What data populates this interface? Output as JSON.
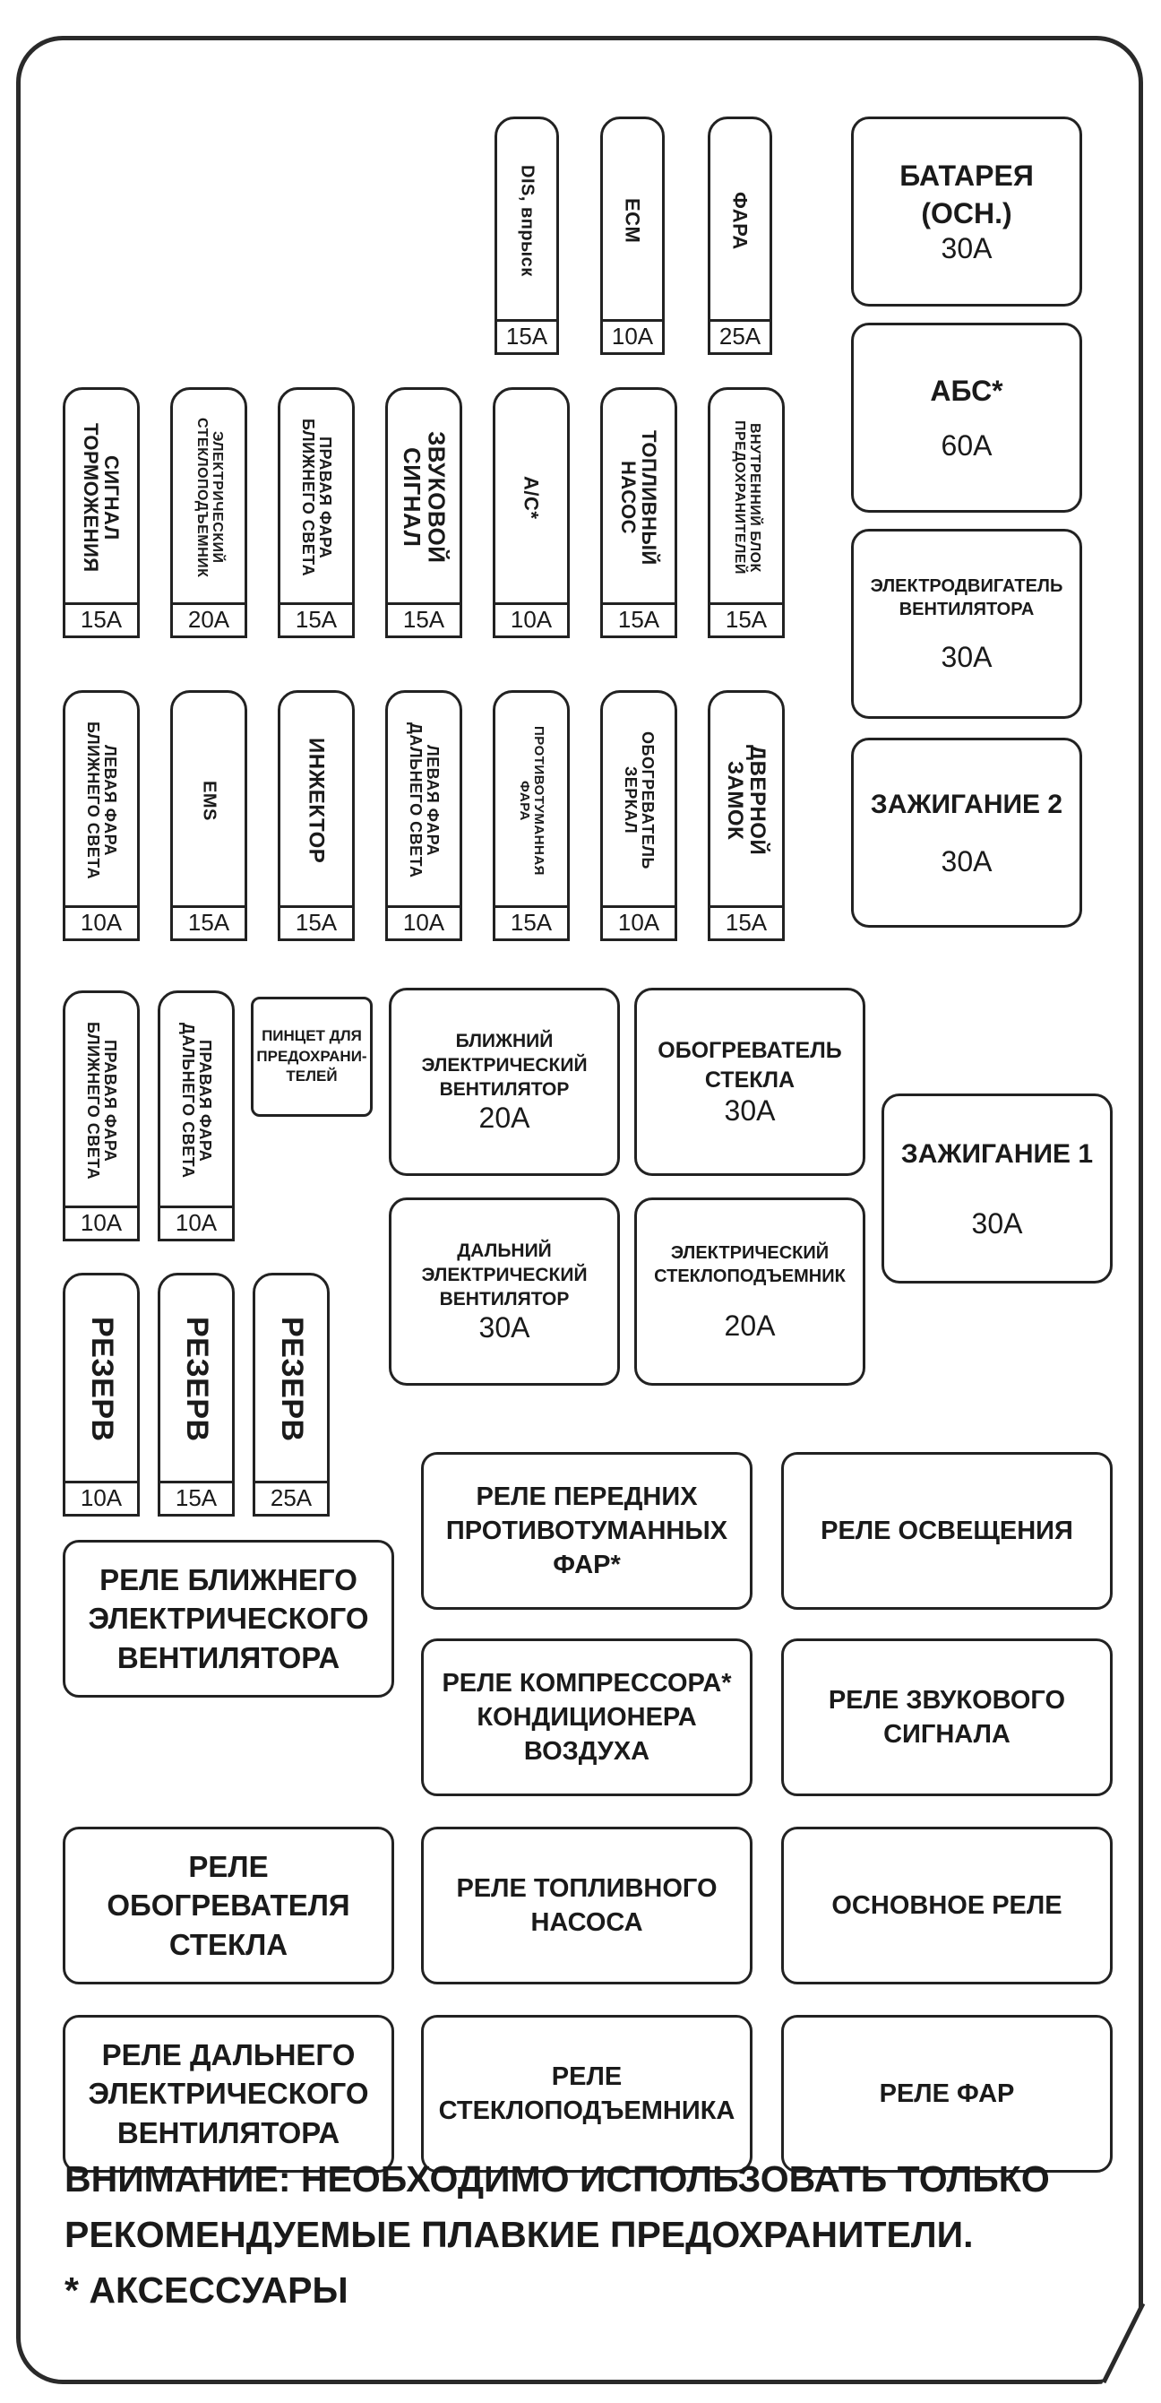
{
  "fuses_top": [
    {
      "label": "DIS, впрыск",
      "amp": "15A"
    },
    {
      "label": "ECM",
      "amp": "10A"
    },
    {
      "label": "ФАРА",
      "amp": "25A"
    }
  ],
  "fuses_row2": [
    {
      "label": "СИГНАЛ\nТОРМОЖЕНИЯ",
      "amp": "15A"
    },
    {
      "label": "ЭЛЕКТРИЧЕСКИЙ\nСТЕКЛОПОДЪЕМНИК",
      "amp": "20A"
    },
    {
      "label": "ПРАВАЯ ФАРА\nБЛИЖНЕГО СВЕТА",
      "amp": "15A"
    },
    {
      "label": "ЗВУКОВОЙ\nСИГНАЛ",
      "amp": "15A"
    },
    {
      "label": "A/C*",
      "amp": "10A"
    },
    {
      "label": "ТОПЛИВНЫЙ\nНАСОС",
      "amp": "15A"
    },
    {
      "label": "ВНУТРЕННИЙ БЛОК\nПРЕДОХРАНИТЕЛЕЙ",
      "amp": "15A"
    }
  ],
  "fuses_row3": [
    {
      "label": "ЛЕВАЯ ФАРА\nБЛИЖНЕГО СВЕТА",
      "amp": "10A"
    },
    {
      "label": "EMS",
      "amp": "15A"
    },
    {
      "label": "ИНЖЕКТОР",
      "amp": "15A"
    },
    {
      "label": "ЛЕВАЯ ФАРА\nДАЛЬНЕГО СВЕТА",
      "amp": "10A"
    },
    {
      "label": "ПРОТИВОТУМАННАЯ\nФАРА",
      "amp": "15A"
    },
    {
      "label": "ОБОГРЕВАТЕЛЬ\nЗЕРКАЛ",
      "amp": "10A"
    },
    {
      "label": "ДВЕРНОЙ\nЗАМОК",
      "amp": "15A"
    }
  ],
  "fuses_row4": [
    {
      "label": "ПРАВАЯ ФАРА\nБЛИЖНЕГО СВЕТА",
      "amp": "10A"
    },
    {
      "label": "ПРАВАЯ ФАРА\nДАЛЬНЕГО СВЕТА",
      "amp": "10A"
    }
  ],
  "tweezers": "ПИНЦЕТ ДЛЯ\nПРЕДОХРАНИ-\nТЕЛЕЙ",
  "fuses_reserve": [
    {
      "label": "РЕЗЕРВ",
      "amp": "10A"
    },
    {
      "label": "РЕЗЕРВ",
      "amp": "15A"
    },
    {
      "label": "РЕЗЕРВ",
      "amp": "25A"
    }
  ],
  "main_fuses": [
    {
      "label": "БАТАРЕЯ\n(ОСН.)",
      "amp": "30A"
    },
    {
      "label": "АБС*",
      "amp": "60A"
    },
    {
      "label": "ЭЛЕКТРОДВИГАТЕЛЬ\nВЕНТИЛЯТОРА",
      "amp": "30A"
    },
    {
      "label": "ЗАЖИГАНИЕ 2",
      "amp": "30A"
    },
    {
      "label": "ЗАЖИГАНИЕ 1",
      "amp": "30A"
    }
  ],
  "mid_fuses": [
    {
      "label": "БЛИЖНИЙ\nЭЛЕКТРИЧЕСКИЙ\nВЕНТИЛЯТОР",
      "amp": "20A"
    },
    {
      "label": "ОБОГРЕВАТЕЛЬ\nСТЕКЛА",
      "amp": "30A"
    },
    {
      "label": "ДАЛЬНИЙ\nЭЛЕКТРИЧЕСКИЙ\nВЕНТИЛЯТОР",
      "amp": "30A"
    },
    {
      "label": "ЭЛЕКТРИЧЕСКИЙ\nСТЕКЛОПОДЪЕМНИК",
      "amp": "20A"
    }
  ],
  "relays": {
    "front_fog": "РЕЛЕ ПЕРЕДНИХ\nПРОТИВОТУМАННЫХ\nФАР*",
    "lighting": "РЕЛЕ ОСВЕЩЕНИЯ",
    "low_fan": "РЕЛЕ БЛИЖНЕГО\nЭЛЕКТРИЧЕСКОГО\nВЕНТИЛЯТОРА",
    "ac_compressor": "РЕЛЕ КОМПРЕССОРА*\nКОНДИЦИОНЕРА\nВОЗДУХА",
    "horn": "РЕЛЕ ЗВУКОВОГО\nСИГНАЛА",
    "defroster": "РЕЛЕ\nОБОГРЕВАТЕЛЯ\nСТЕКЛА",
    "fuel_pump": "РЕЛЕ ТОПЛИВНОГО\nНАСОСА",
    "main": "ОСНОВНОЕ РЕЛЕ",
    "high_fan": "РЕЛЕ ДАЛЬНЕГО\nЭЛЕКТРИЧЕСКОГО\nВЕНТИЛЯТОРА",
    "window": "РЕЛЕ\nСТЕКЛОПОДЪЕМНИКА",
    "headlamp": "РЕЛЕ ФАР"
  },
  "note": {
    "line1": "ВНИМАНИЕ: НЕОБХОДИМО ИСПОЛЬЗОВАТЬ ТОЛЬКО",
    "line2": "РЕКОМЕНДУЕМЫЕ ПЛАВКИЕ ПРЕДОХРАНИТЕЛИ.",
    "line3": "* АКСЕССУАРЫ"
  }
}
